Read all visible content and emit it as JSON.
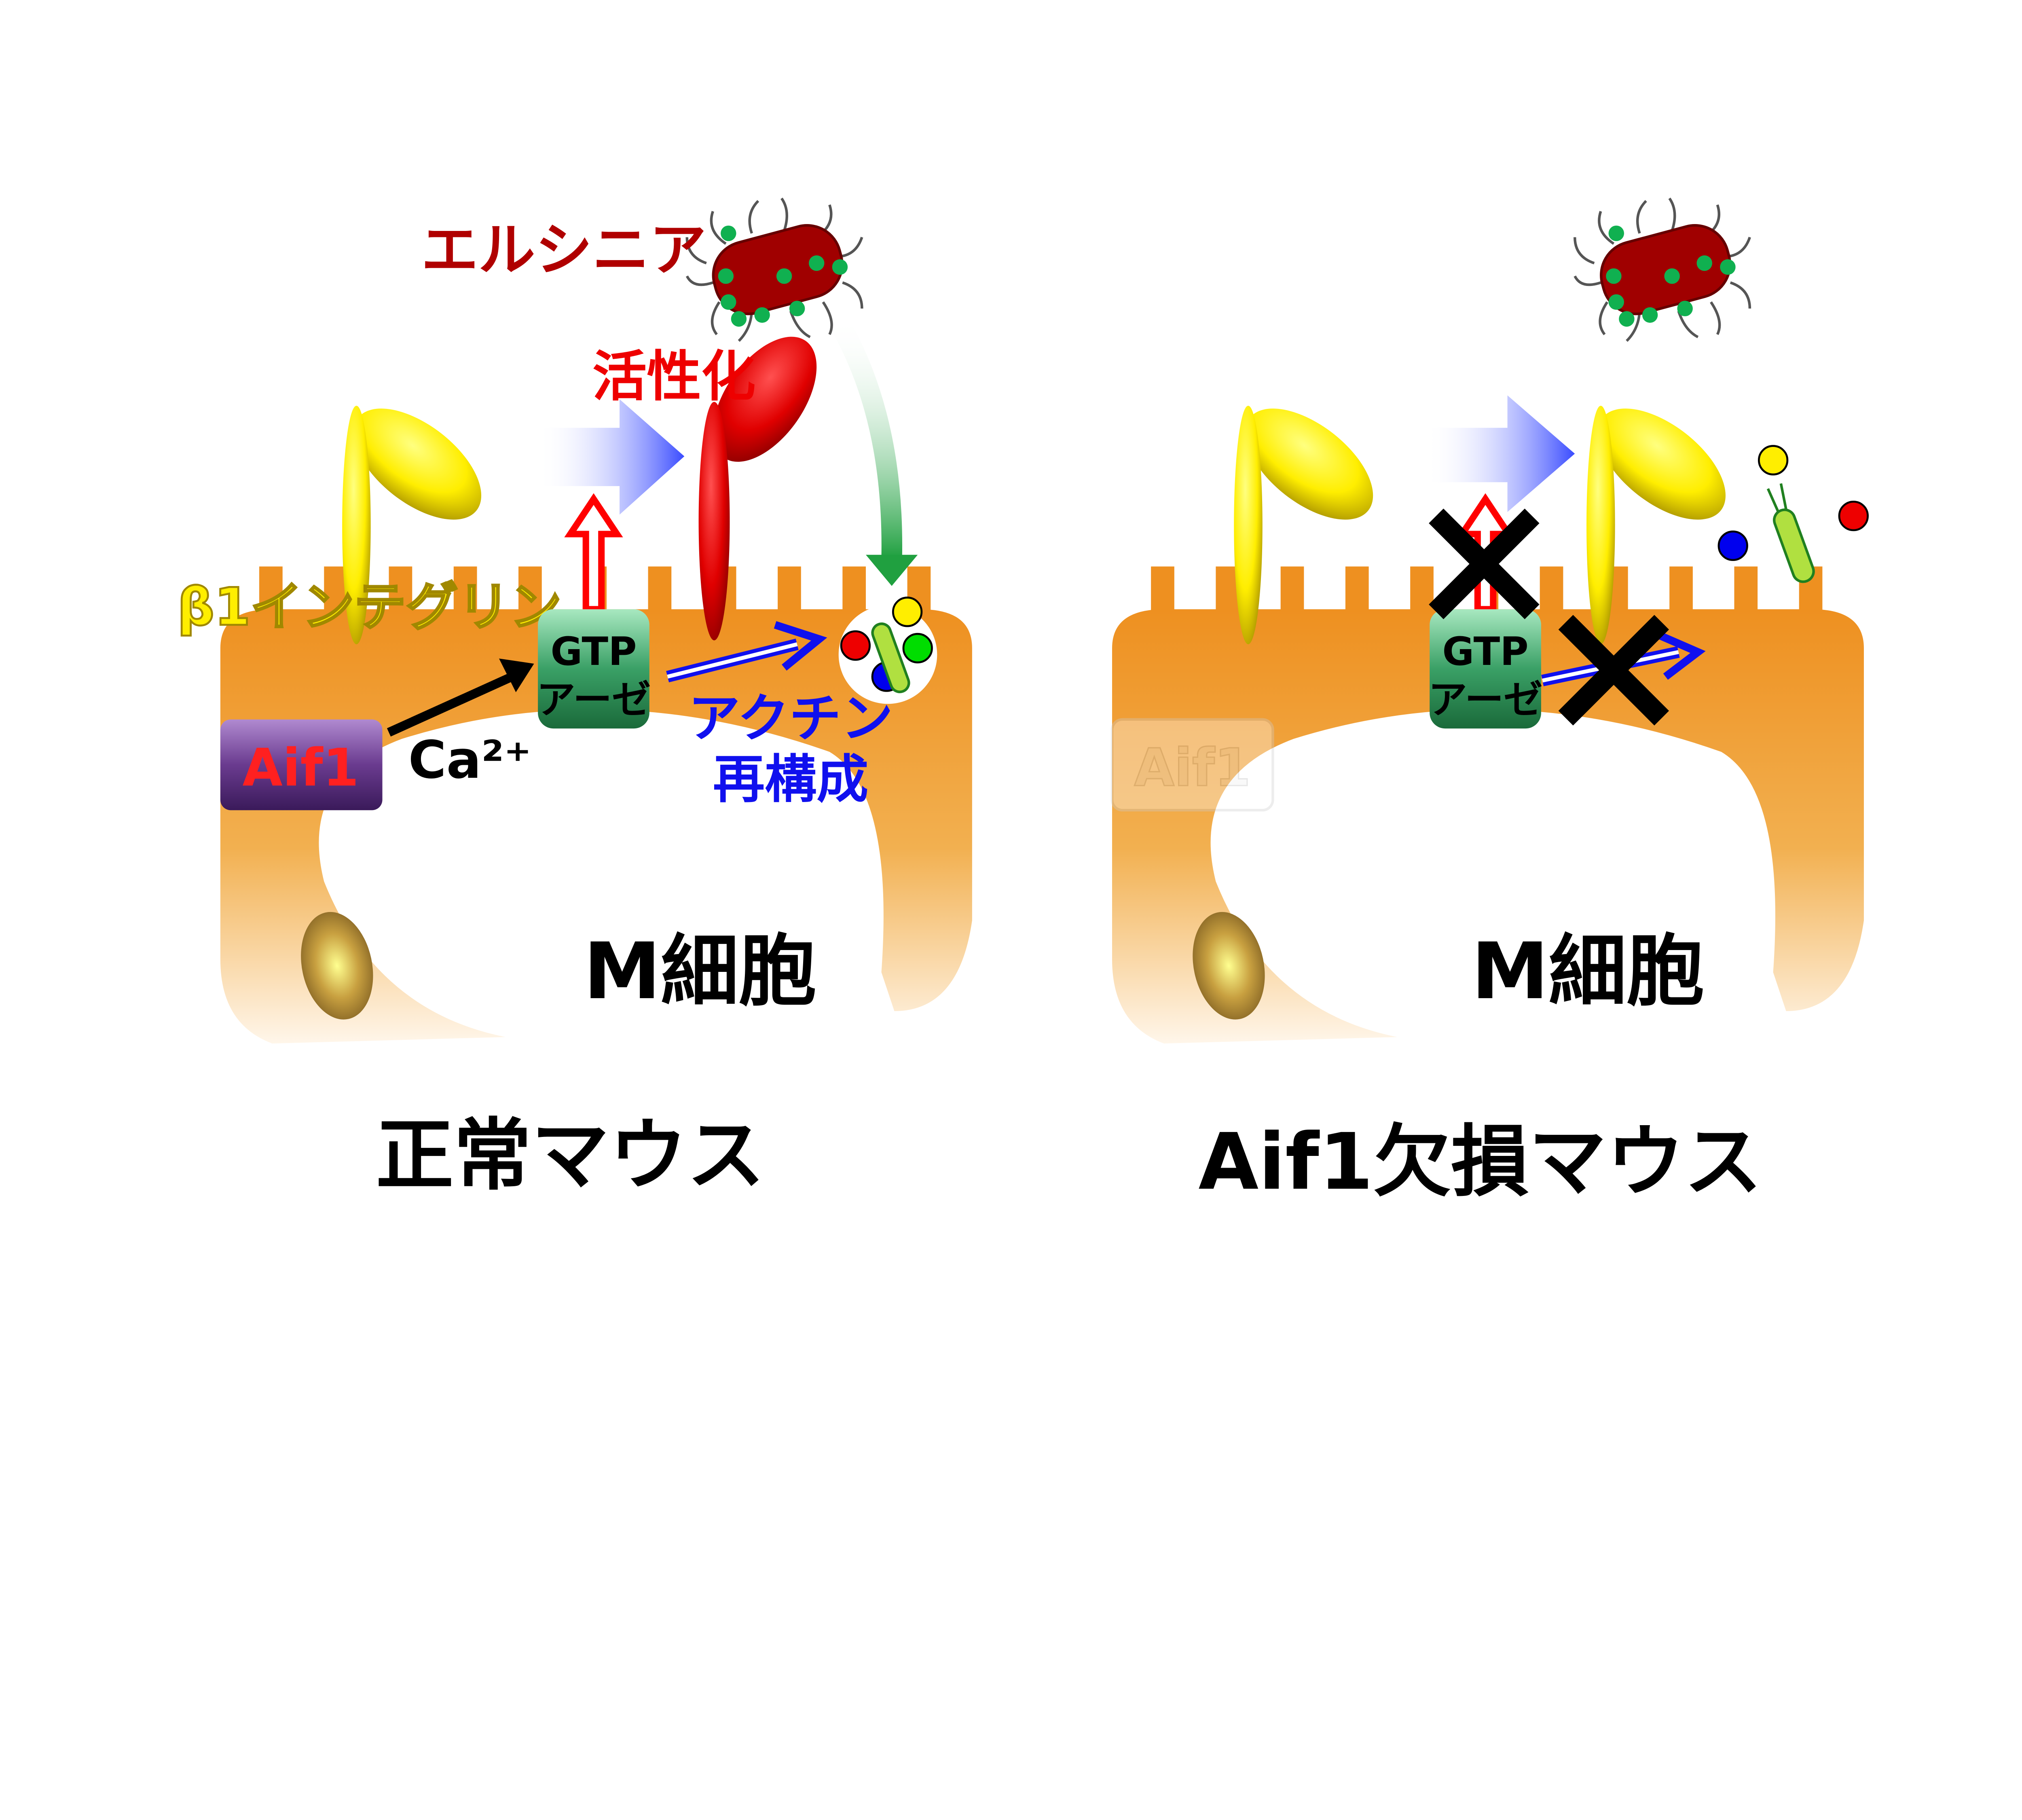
{
  "colors": {
    "cell": "#ef9a2a",
    "integrin_inactive": "#ffee00",
    "integrin_active": "#e00000",
    "gtpase": "#2f9a5a",
    "aif1_box": "#6a3b8f",
    "aif1_text": "#ff2020",
    "bacterium": "#a00000",
    "actin_text": "#1010ee",
    "signal_arrow": "#5a6aff"
  },
  "left_panel": {
    "bacterium_label": "エルシニア",
    "activation_label": "活性化",
    "integrin_label": "β1インテグリン",
    "gtpase_line1": "GTP",
    "gtpase_line2": "アーゼ",
    "aif1_label": "Aif1",
    "calcium_label": "Ca²⁺",
    "actin_line1": "アクチン",
    "actin_line2": "再構成",
    "cell_label": "M細胞",
    "title": "正常マウス"
  },
  "right_panel": {
    "gtpase_line1": "GTP",
    "gtpase_line2": "アーゼ",
    "aif1_label": "Aif1",
    "cell_label": "M細胞",
    "title": "Aif1欠損マウス"
  }
}
